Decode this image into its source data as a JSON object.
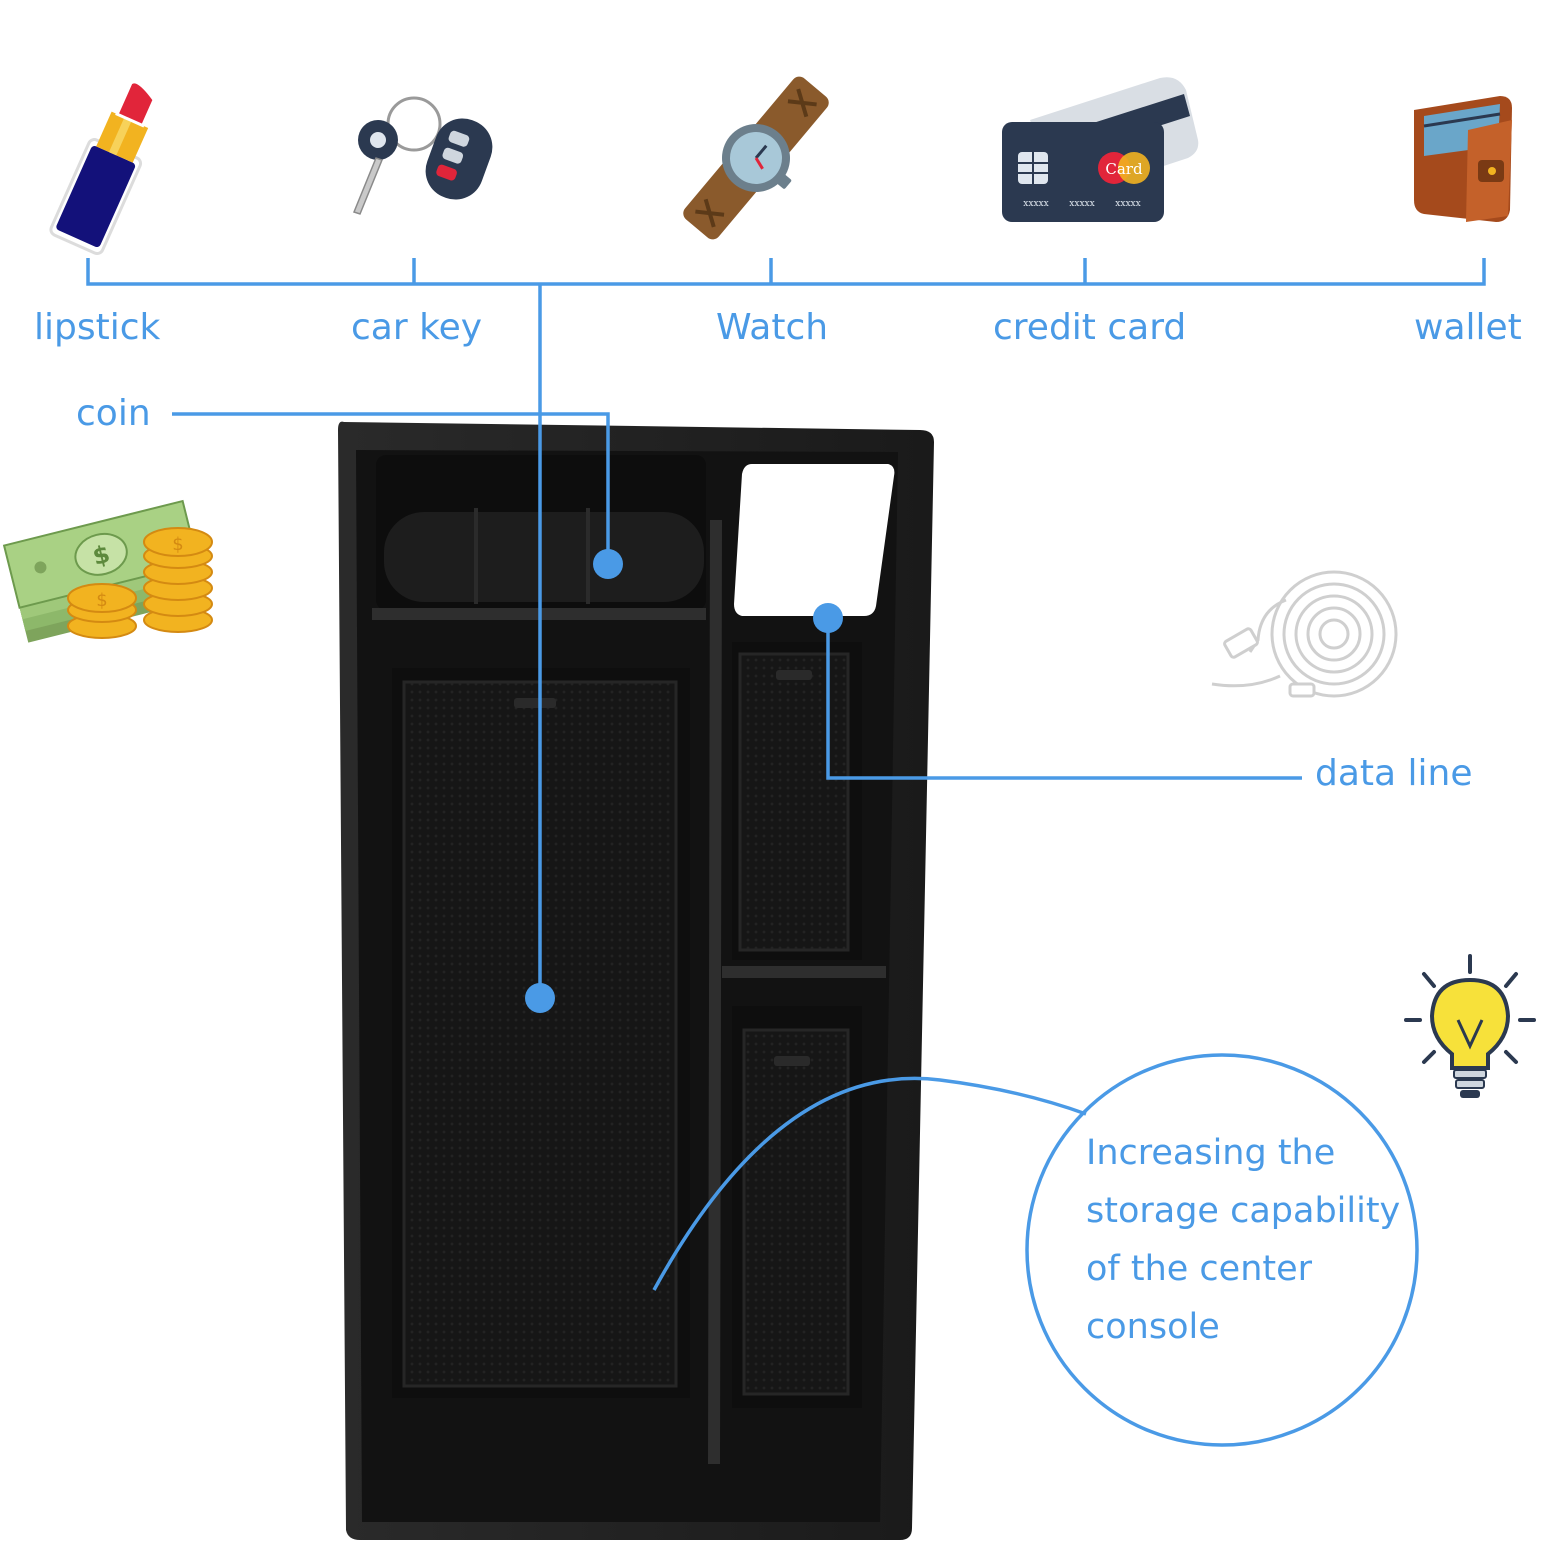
{
  "items": {
    "lipstick": "lipstick",
    "car_key": "car key",
    "watch": "Watch",
    "credit_card": "credit card",
    "wallet": "wallet",
    "coin": "coin",
    "data_line": "data line"
  },
  "credit_card_art": {
    "brand": "Card",
    "number_groups": [
      "xxxxx",
      "xxxxx",
      "xxxxx"
    ]
  },
  "note": {
    "lines": [
      "Increasing the",
      "storage capability",
      "of the center",
      "console"
    ]
  },
  "colors": {
    "accent": "#4a9ae6",
    "tray": "#141414",
    "background": "#ffffff"
  },
  "icons": [
    "lipstick-icon",
    "car-key-icon",
    "watch-icon",
    "credit-card-icon",
    "wallet-icon",
    "money-coins-icon",
    "usb-cable-icon",
    "lightbulb-icon"
  ]
}
